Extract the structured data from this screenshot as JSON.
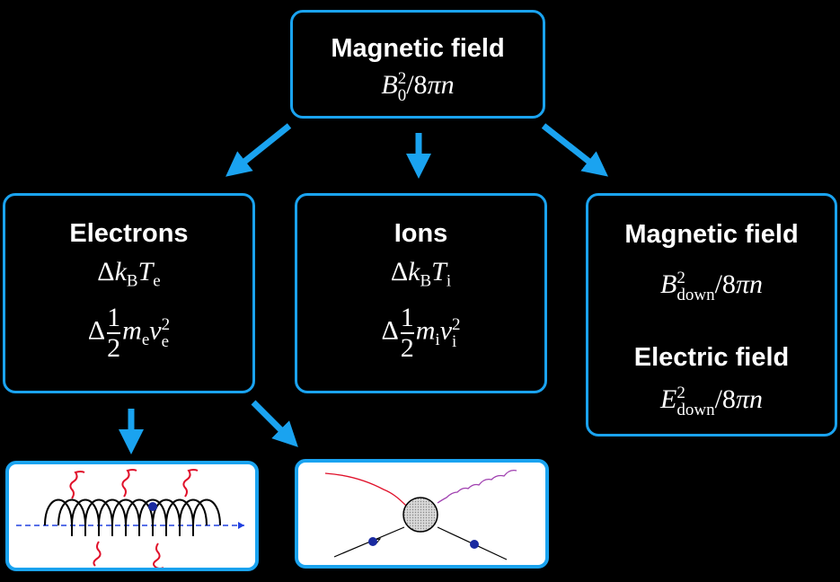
{
  "top_box": {
    "heading": "Magnetic field",
    "formula": "B0^2/8πn"
  },
  "electrons_box": {
    "heading": "Electrons",
    "formula1": "Δk_B T_e",
    "formula2": "Δ 1/2 m_e v_e^2"
  },
  "ions_box": {
    "heading": "Ions",
    "formula1": "Δk_B T_i",
    "formula2": "Δ 1/2 m_i v_i^2"
  },
  "right_box": {
    "heading1": "Magnetic field",
    "formula1": "B_down^2/8πn",
    "heading2": "Electric field",
    "formula2": "E_down^2/8πn"
  },
  "colors": {
    "border": "#1aa3f0",
    "background": "#000000",
    "text": "#ffffff",
    "wave": "#e0102a",
    "wave2": "#a040b0",
    "particle": "#1a2aa0"
  },
  "icons": [
    "arrow-down-icon",
    "arrow-down-left-icon",
    "arrow-down-right-icon",
    "gyration-diagram-icon",
    "scattering-diagram-icon"
  ]
}
